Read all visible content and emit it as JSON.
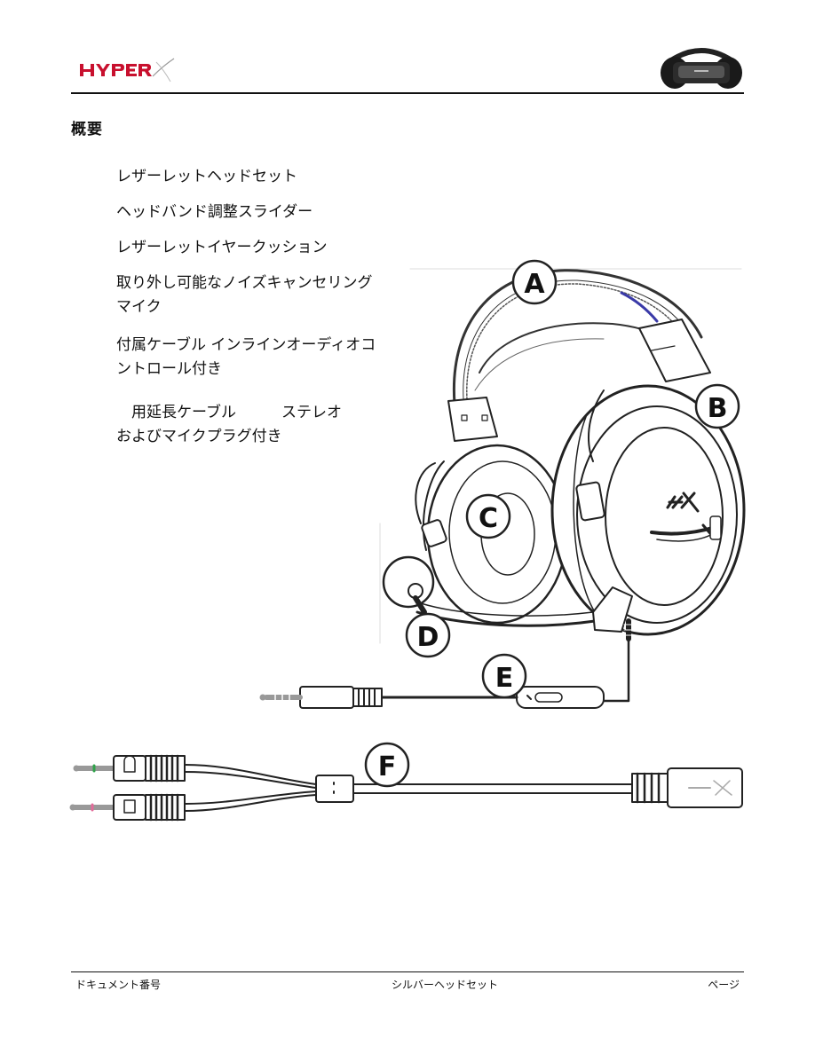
{
  "header": {
    "brand_logo_text": "HYPERX"
  },
  "section": {
    "title": "概要"
  },
  "list": {
    "items": [
      {
        "lines": [
          "レザーレットヘッドセット"
        ]
      },
      {
        "lines": [
          "ヘッドバンド調整スライダー"
        ]
      },
      {
        "lines": [
          "レザーレットイヤークッション"
        ]
      },
      {
        "lines": [
          "取り外し可能なノイズキャンセリング",
          "マイク"
        ]
      },
      {
        "lines": [
          "付属ケーブル インラインオーディオコ",
          "ントロール付き"
        ]
      },
      {
        "lines": [
          "　用延長ケーブル　　　ステレオ",
          "およびマイクプラグ付き"
        ]
      }
    ]
  },
  "figure": {
    "callouts": [
      "A",
      "B",
      "C",
      "D",
      "E",
      "F"
    ],
    "extension_cable_brand": "HYPERX"
  },
  "footer": {
    "left": "ドキュメント番号",
    "center": "シルバーヘッドセット",
    "right": "ページ"
  }
}
